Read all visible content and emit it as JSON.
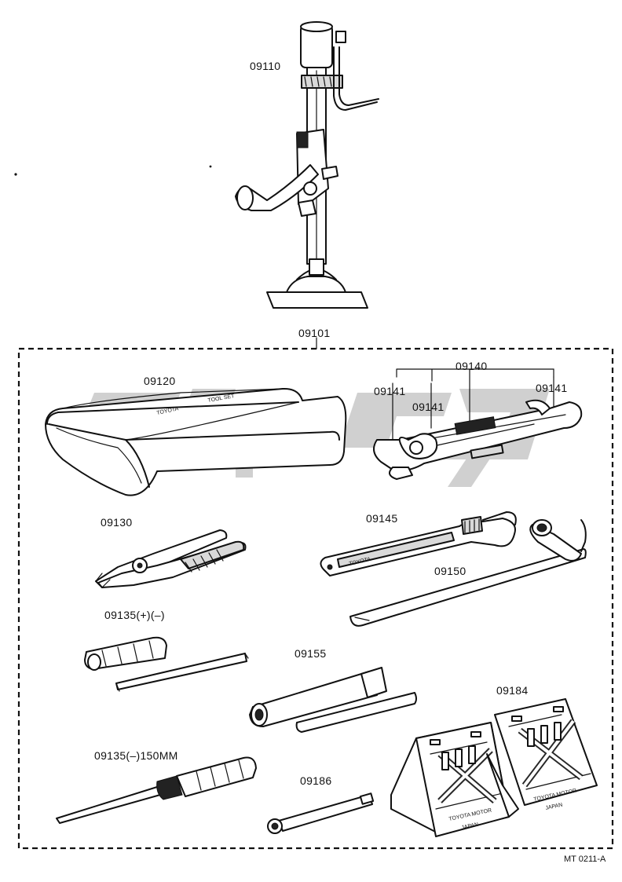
{
  "parts": {
    "jack": "09110",
    "tool_set": "09101",
    "tool_bag": "09120",
    "wrench_set": "09140",
    "wrench_a": "09141",
    "wrench_b": "09141",
    "wrench_c": "09141",
    "pliers": "09130",
    "adjustable_wrench": "09145",
    "lug_wrench": "09150",
    "screwdriver_reversible": "09135(+)(–)",
    "handle_rod": "09155",
    "wheel_chocks": "09184",
    "screwdriver_150": "09135(–)150MM",
    "hook_rod": "09186"
  },
  "chock_text": [
    "TOYOTA MOTOR",
    "JAPAN"
  ],
  "drawing_ref": "MT 0211-A",
  "colors": {
    "ink": "#111111",
    "watermark": "#c8c8c8",
    "background": "#ffffff"
  }
}
